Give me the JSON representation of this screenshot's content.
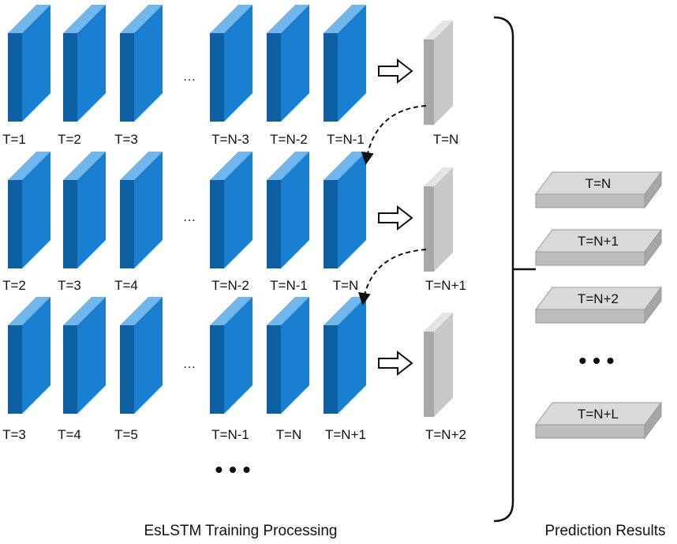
{
  "rows": [
    {
      "inputs": [
        "T=1",
        "T=2",
        "T=3",
        "T=N-3",
        "T=N-2",
        "T=N-1"
      ],
      "output": "T=N"
    },
    {
      "inputs": [
        "T=2",
        "T=3",
        "T=4",
        "T=N-2",
        "T=N-1",
        "T=N"
      ],
      "output": "T=N+1"
    },
    {
      "inputs": [
        "T=3",
        "T=4",
        "T=5",
        "T=N-1",
        "T=N",
        "T=N+1"
      ],
      "output": "T=N+2"
    }
  ],
  "ellipsis": "• • •",
  "results": [
    "T=N",
    "T=N+1",
    "T=N+2",
    "T=N+L"
  ],
  "captions": {
    "training": "EsLSTM Training Processing",
    "results": "Prediction Results"
  },
  "colors": {
    "panel_front": "#1a7fd0",
    "panel_side": "#0f5fa3",
    "panel_top": "#6fb8ee",
    "output_front": "#c8c8c8",
    "output_side": "#a8a8a8",
    "output_top": "#e4e4e4",
    "slab_top": "#d9d9d9",
    "slab_front": "#bdbdbd",
    "slab_side": "#a6a6a6"
  }
}
